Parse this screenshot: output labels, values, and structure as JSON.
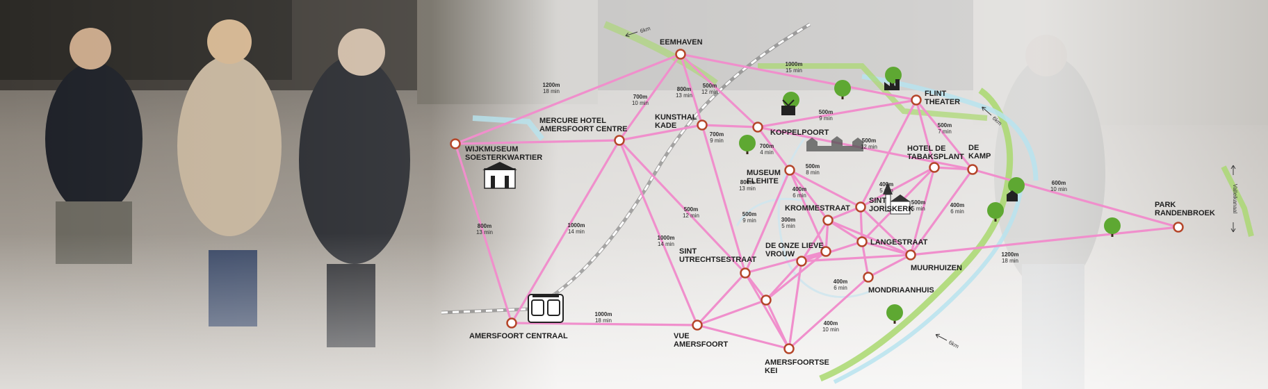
{
  "colors": {
    "route": "#f08fcc",
    "node_fill": "#ffffff",
    "node_stroke": "#b5462a",
    "park_green": "#a9d86e",
    "water": "#b7e3ef",
    "tree": "#5ea832",
    "rail": "#ffffff"
  },
  "locations": [
    {
      "id": "eemhaven",
      "label": [
        "EEMHAVEN"
      ]
    },
    {
      "id": "wijkmuseum",
      "label": [
        "WIJKMUSEUM",
        "SOESTERKWARTIER"
      ]
    },
    {
      "id": "mercure",
      "label": [
        "MERCURE HOTEL",
        "AMERSFOORT CENTRE"
      ]
    },
    {
      "id": "kunsthal",
      "label": [
        "KUNSTHAL",
        "KADE"
      ]
    },
    {
      "id": "koppelpoort",
      "label": [
        "KOPPELPOORT"
      ]
    },
    {
      "id": "flint",
      "label": [
        "FLINT",
        "THEATER"
      ]
    },
    {
      "id": "tabaksplant",
      "label": [
        "HOTEL DE",
        "TABAKSPLANT"
      ]
    },
    {
      "id": "dekamp",
      "label": [
        "DE",
        "KAMP"
      ]
    },
    {
      "id": "museumflehite",
      "label": [
        "MUSEUM",
        "FLEHITE"
      ]
    },
    {
      "id": "sintjoriskerk",
      "label": [
        "SINT",
        "JORISKERK"
      ]
    },
    {
      "id": "krommestraat",
      "label": [
        "KROMMESTRAAT"
      ]
    },
    {
      "id": "langestraat",
      "label": [
        "LANGESTRAAT"
      ]
    },
    {
      "id": "onzelieve",
      "label": [
        "DE ONZE LIEVE",
        "VROUW"
      ]
    },
    {
      "id": "utrechtsestraat",
      "label": [
        "SINT",
        "UTRECHTSESTRAAT"
      ]
    },
    {
      "id": "muurhuizen",
      "label": [
        "MUURHUIZEN"
      ]
    },
    {
      "id": "mondriaanhuis",
      "label": [
        "MONDRIAANHUIS"
      ]
    },
    {
      "id": "parkrandenbroek",
      "label": [
        "PARK",
        "RANDENBROEK"
      ]
    },
    {
      "id": "centraal",
      "label": [
        "AMERSFOORT CENTRAAL"
      ]
    },
    {
      "id": "vue",
      "label": [
        "VUE",
        "AMERSFOORT"
      ]
    },
    {
      "id": "kei",
      "label": [
        "AMERSFOORTSE",
        "KEI"
      ]
    },
    {
      "id": "mid1",
      "label": []
    },
    {
      "id": "mid2",
      "label": []
    }
  ],
  "routes": [
    {
      "from": "wijkmuseum",
      "to": "eemhaven",
      "distance": "1200m",
      "time": "18 min"
    },
    {
      "from": "mercure",
      "to": "eemhaven",
      "distance": "700m",
      "time": "10 min"
    },
    {
      "from": "kunsthal",
      "to": "eemhaven",
      "distance": "800m",
      "time": "13 min"
    },
    {
      "from": "koppelpoort",
      "to": "eemhaven",
      "distance": "500m",
      "time": "12 min"
    },
    {
      "from": "eemhaven",
      "to": "flint",
      "distance": "1000m",
      "time": "15 min"
    },
    {
      "from": "koppelpoort",
      "to": "flint",
      "distance": "500m",
      "time": "9 min"
    },
    {
      "from": "flint",
      "to": "dekamp",
      "distance": "500m",
      "time": "7 min"
    },
    {
      "from": "flint",
      "to": "sintjoriskerk",
      "distance": "500m",
      "time": "12 min"
    },
    {
      "from": "koppelpoort",
      "to": "museumflehite",
      "distance": "700m",
      "time": "4 min"
    },
    {
      "from": "museumflehite",
      "to": "sintjoriskerk",
      "distance": "500m",
      "time": "8 min"
    },
    {
      "from": "kunsthal",
      "to": "koppelpoort",
      "distance": "700m",
      "time": "9 min"
    },
    {
      "from": "kunsthal",
      "to": "utrechtsestraat",
      "distance": "800m",
      "time": "13 min"
    },
    {
      "from": "tabaksplant",
      "to": "langestraat",
      "distance": "400m",
      "time": "5 min"
    },
    {
      "from": "tabaksplant",
      "to": "muurhuizen",
      "distance": "500m",
      "time": "5 min"
    },
    {
      "from": "dekamp",
      "to": "muurhuizen",
      "distance": "400m",
      "time": "6 min"
    },
    {
      "from": "museumflehite",
      "to": "krommestraat",
      "distance": "400m",
      "time": "6 min"
    },
    {
      "from": "museumflehite",
      "to": "onzelieve",
      "distance": "500m",
      "time": "9 min"
    },
    {
      "from": "krommestraat",
      "to": "onzelieve",
      "distance": "300m",
      "time": "5 min"
    },
    {
      "from": "mercure",
      "to": "utrechtsestraat",
      "distance": "500m",
      "time": "12 min"
    },
    {
      "from": "dekamp",
      "to": "parkrandenbroek",
      "distance": "600m",
      "time": "10 min"
    },
    {
      "from": "muurhuizen",
      "to": "parkrandenbroek",
      "distance": "1200m",
      "time": "18 min"
    },
    {
      "from": "wijkmuseum",
      "to": "centraal",
      "distance": "800m",
      "time": "13 min"
    },
    {
      "from": "mercure",
      "to": "centraal",
      "distance": "1000m",
      "time": "14 min"
    },
    {
      "from": "mercure",
      "to": "vue",
      "distance": "1000m",
      "time": "14 min"
    },
    {
      "from": "langestraat",
      "to": "mondriaanhuis",
      "distance": "400m",
      "time": "6 min"
    },
    {
      "from": "centraal",
      "to": "vue",
      "distance": "1000m",
      "time": "18 min"
    },
    {
      "from": "mondriaanhuis",
      "to": "kei",
      "distance": "400m",
      "time": "10 min"
    },
    {
      "from": "wijkmuseum",
      "to": "mercure",
      "distance": "",
      "time": ""
    },
    {
      "from": "mercure",
      "to": "kunsthal",
      "distance": "",
      "time": ""
    },
    {
      "from": "koppelpoort",
      "to": "dekamp",
      "distance": "",
      "time": ""
    },
    {
      "from": "flint",
      "to": "tabaksplant",
      "distance": "",
      "time": ""
    },
    {
      "from": "tabaksplant",
      "to": "dekamp",
      "distance": "",
      "time": ""
    },
    {
      "from": "tabaksplant",
      "to": "sintjoriskerk",
      "distance": "",
      "time": ""
    },
    {
      "from": "sintjoriskerk",
      "to": "krommestraat",
      "distance": "",
      "time": ""
    },
    {
      "from": "sintjoriskerk",
      "to": "langestraat",
      "distance": "",
      "time": ""
    },
    {
      "from": "sintjoriskerk",
      "to": "muurhuizen",
      "distance": "",
      "time": ""
    },
    {
      "from": "krommestraat",
      "to": "langestraat",
      "distance": "",
      "time": ""
    },
    {
      "from": "krommestraat",
      "to": "mid1",
      "distance": "",
      "time": ""
    },
    {
      "from": "langestraat",
      "to": "muurhuizen",
      "distance": "",
      "time": ""
    },
    {
      "from": "langestraat",
      "to": "mid1",
      "distance": "",
      "time": ""
    },
    {
      "from": "mid1",
      "to": "onzelieve",
      "distance": "",
      "time": ""
    },
    {
      "from": "mid1",
      "to": "mid2",
      "distance": "",
      "time": ""
    },
    {
      "from": "mid1",
      "to": "kei",
      "distance": "",
      "time": ""
    },
    {
      "from": "onzelieve",
      "to": "utrechtsestraat",
      "distance": "",
      "time": ""
    },
    {
      "from": "onzelieve",
      "to": "mid2",
      "distance": "",
      "time": ""
    },
    {
      "from": "museumflehite",
      "to": "utrechtsestraat",
      "distance": "",
      "time": ""
    },
    {
      "from": "utrechtsestraat",
      "to": "vue",
      "distance": "",
      "time": ""
    },
    {
      "from": "utrechtsestraat",
      "to": "mid2",
      "distance": "",
      "time": ""
    },
    {
      "from": "vue",
      "to": "mid2",
      "distance": "",
      "time": ""
    },
    {
      "from": "vue",
      "to": "kei",
      "distance": "",
      "time": ""
    },
    {
      "from": "mid2",
      "to": "kei",
      "distance": "",
      "time": ""
    },
    {
      "from": "utrechtsestraat",
      "to": "kei",
      "distance": "",
      "time": ""
    },
    {
      "from": "muurhuizen",
      "to": "mondriaanhuis",
      "distance": "",
      "time": ""
    },
    {
      "from": "muurhuizen",
      "to": "mid1",
      "distance": "",
      "time": ""
    },
    {
      "from": "krommestraat",
      "to": "muurhuizen",
      "distance": "",
      "time": ""
    }
  ],
  "map_text": {
    "route_markers": [
      "6km",
      "6km",
      "6km"
    ],
    "cycle_route": "Valleikanaal"
  }
}
